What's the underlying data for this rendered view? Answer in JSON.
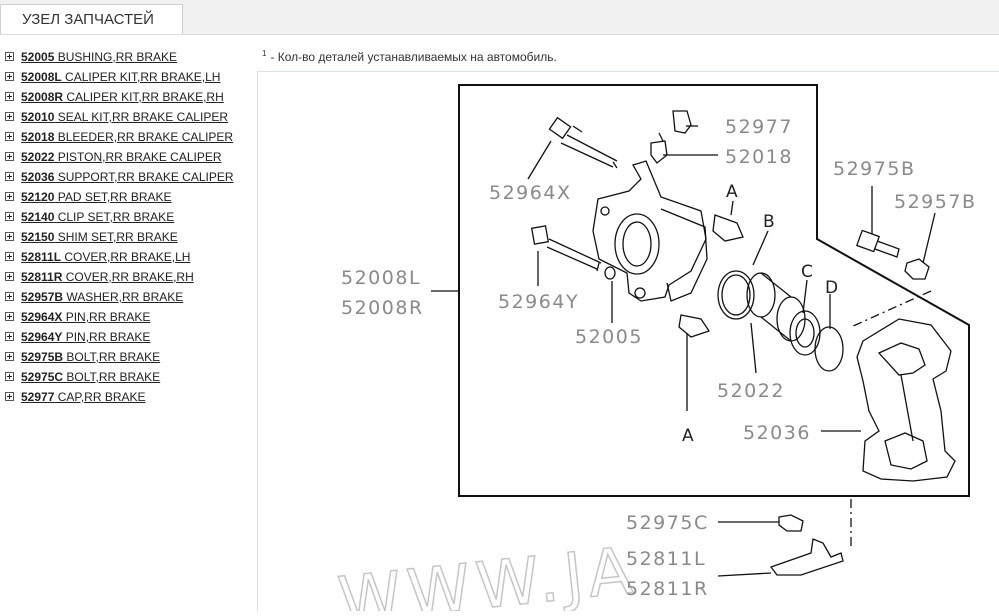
{
  "tab": {
    "title": "УЗЕЛ ЗАПЧАСТЕЙ"
  },
  "note": {
    "marker": "1",
    "text": "- Кол-во деталей устанавливаемых на автомобиль."
  },
  "parts": [
    {
      "code": "52005",
      "name": "BUSHING,RR BRAKE"
    },
    {
      "code": "52008L",
      "name": "CALIPER KIT,RR BRAKE,LH"
    },
    {
      "code": "52008R",
      "name": "CALIPER KIT,RR BRAKE,RH"
    },
    {
      "code": "52010",
      "name": "SEAL KIT,RR BRAKE CALIPER"
    },
    {
      "code": "52018",
      "name": "BLEEDER,RR BRAKE CALIPER"
    },
    {
      "code": "52022",
      "name": "PISTON,RR BRAKE CALIPER"
    },
    {
      "code": "52036",
      "name": "SUPPORT,RR BRAKE CALIPER"
    },
    {
      "code": "52120",
      "name": "PAD SET,RR BRAKE"
    },
    {
      "code": "52140",
      "name": "CLIP SET,RR BRAKE"
    },
    {
      "code": "52150",
      "name": "SHIM SET,RR BRAKE"
    },
    {
      "code": "52811L",
      "name": "COVER,RR BRAKE,LH"
    },
    {
      "code": "52811R",
      "name": "COVER,RR BRAKE,RH"
    },
    {
      "code": "52957B",
      "name": "WASHER,RR BRAKE"
    },
    {
      "code": "52964X",
      "name": "PIN,RR BRAKE"
    },
    {
      "code": "52964Y",
      "name": "PIN,RR BRAKE"
    },
    {
      "code": "52975B",
      "name": "BOLT,RR BRAKE"
    },
    {
      "code": "52975C",
      "name": "BOLT,RR BRAKE"
    },
    {
      "code": "52977",
      "name": "CAP,RR BRAKE"
    }
  ],
  "diagram": {
    "callouts": {
      "c52977": "52977",
      "c52018": "52018",
      "c52964x": "52964X",
      "c52975b": "52975B",
      "c52957b": "52957B",
      "c52008l": "52008L",
      "c52008r": "52008R",
      "c52964y": "52964Y",
      "c52005": "52005",
      "c52022": "52022",
      "c52036": "52036",
      "c52975c": "52975C",
      "c52811l": "52811L",
      "c52811r": "52811R"
    },
    "letters": {
      "a_top": "A",
      "b": "B",
      "c": "C",
      "d": "D",
      "a_bottom": "A"
    },
    "watermark": "WWW.JA"
  }
}
